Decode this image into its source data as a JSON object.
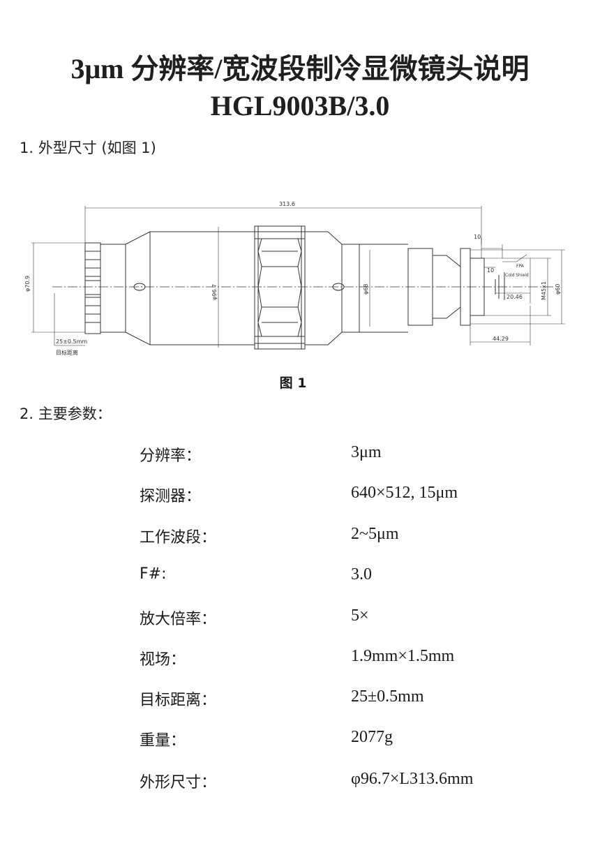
{
  "header": {
    "title": "3μm 分辨率/宽波段制冷显微镜头说明",
    "model": "HGL9003B/3.0"
  },
  "sections": {
    "dimensions": "1.  外型尺寸  (如图 1)",
    "params": "2.  主要参数："
  },
  "figure": {
    "caption": "图 1",
    "dim_total_length": "313.6",
    "dim_front_dia": "φ70.9",
    "dim_body_dia": "φ96.7",
    "dim_mid_dia": "φ68",
    "dim_rear_offset": "10",
    "dim_m45": "M45x1",
    "dim_rear_dia": "φ60",
    "dim_cold_shield_offset": "10",
    "dim_fpa_dist": "20.46",
    "dim_back_length": "44.29",
    "label_fpa": "FPA",
    "label_cold_shield": "Cold Shield",
    "label_work_distance": "25±0.5mm",
    "label_target_distance": "目标距离"
  },
  "parameters": [
    {
      "label": "分辨率：",
      "value": "3μm"
    },
    {
      "label": "探测器：",
      "value": "640×512, 15μm"
    },
    {
      "label": "工作波段：",
      "value": "2~5μm"
    },
    {
      "label": "F#:",
      "value": "3.0"
    },
    {
      "label": "放大倍率：",
      "value": "5×"
    },
    {
      "label": "视场：",
      "value": "1.9mm×1.5mm"
    },
    {
      "label": "目标距离：",
      "value": "25±0.5mm"
    },
    {
      "label": "重量：",
      "value": "2077g"
    },
    {
      "label": "外形尺寸：",
      "value": " φ96.7×L313.6mm"
    }
  ]
}
